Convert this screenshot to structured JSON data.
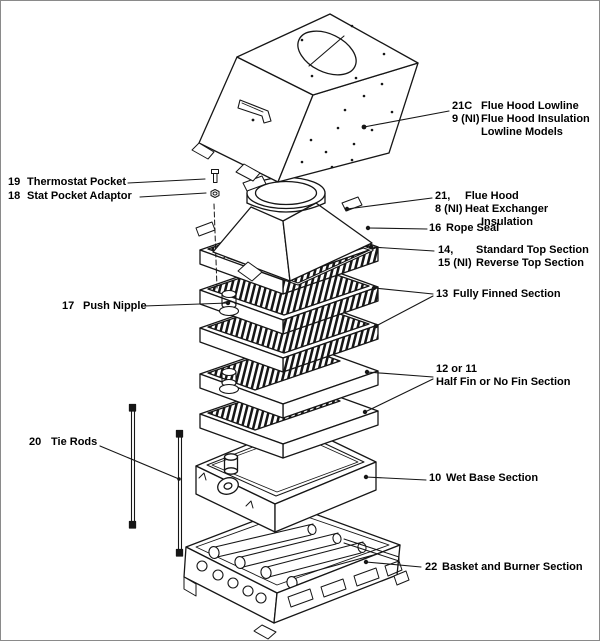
{
  "colors": {
    "line": "#161616",
    "background": "#ffffff",
    "border": "#8a8a8a",
    "text": "#000000"
  },
  "callouts": {
    "flue_hood_lowline": {
      "lines": [
        {
          "num": "21C",
          "text": "Flue Hood Lowline"
        },
        {
          "num": "9 (NI)",
          "text": "Flue Hood Insulation"
        },
        {
          "num": "",
          "text": "Lowline Models"
        }
      ]
    },
    "thermostat_pocket": {
      "num": "19",
      "text": "Thermostat Pocket"
    },
    "stat_pocket_adaptor": {
      "num": "18",
      "text": "Stat Pocket Adaptor"
    },
    "flue_hood": {
      "lines": [
        {
          "num": "21,",
          "text": "Flue Hood"
        },
        {
          "num": "8 (NI)",
          "text": "Heat Exchanger"
        },
        {
          "num": "",
          "text": "Insulation"
        }
      ]
    },
    "rope_seal": {
      "num": "16",
      "text": "Rope Seal"
    },
    "top_section": {
      "lines": [
        {
          "num": "14,",
          "text": "Standard Top Section"
        },
        {
          "num": "15 (NI)",
          "text": "Reverse Top Section"
        }
      ]
    },
    "fully_finned_section": {
      "num": "13",
      "text": "Fully Finned Section"
    },
    "push_nipple": {
      "num": "17",
      "text": "Push Nipple"
    },
    "half_fin_section": {
      "lines": [
        {
          "num": "",
          "text": "12 or 11"
        },
        {
          "num": "",
          "text": "Half Fin or No Fin Section"
        }
      ]
    },
    "tie_rods": {
      "num": "20",
      "text": "Tie Rods"
    },
    "wet_base_section": {
      "num": "10",
      "text": "Wet Base Section"
    },
    "basket_burner_section": {
      "num": "22",
      "text": "Basket and Burner Section"
    }
  }
}
